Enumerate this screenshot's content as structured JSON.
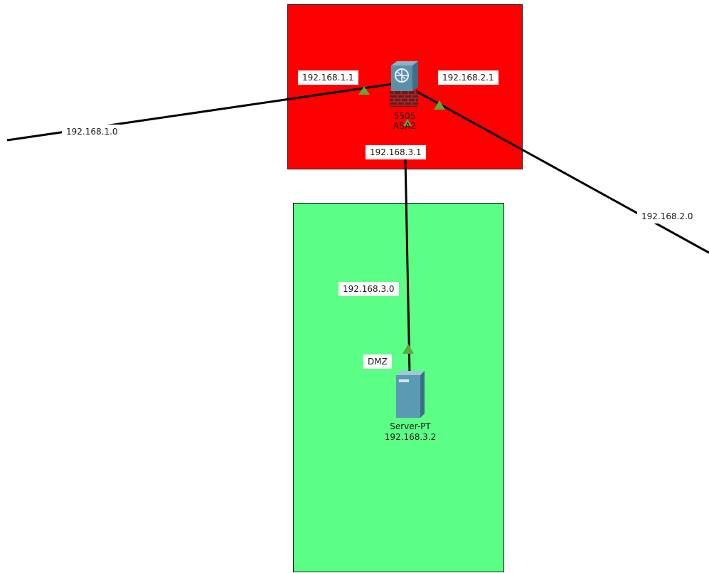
{
  "topology": {
    "firewall": {
      "model": "5505",
      "name": "ASA2",
      "icon": "firewall-icon"
    },
    "server": {
      "name": "Server-PT",
      "ip": "192.168.3.2",
      "icon": "server-icon"
    },
    "interfaces": {
      "inside": "192.168.1.1",
      "outside": "192.168.2.1",
      "dmz": "192.168.3.1"
    },
    "networks": {
      "left": "192.168.1.0",
      "right": "192.168.2.0",
      "dmz": "192.168.3.0"
    },
    "zone_labels": {
      "dmz": "DMZ"
    },
    "colors": {
      "firewall_zone": "#ff0000",
      "dmz_zone": "#5cff86",
      "link": "#000000",
      "link_up_indicator": "#5fa83a"
    }
  }
}
